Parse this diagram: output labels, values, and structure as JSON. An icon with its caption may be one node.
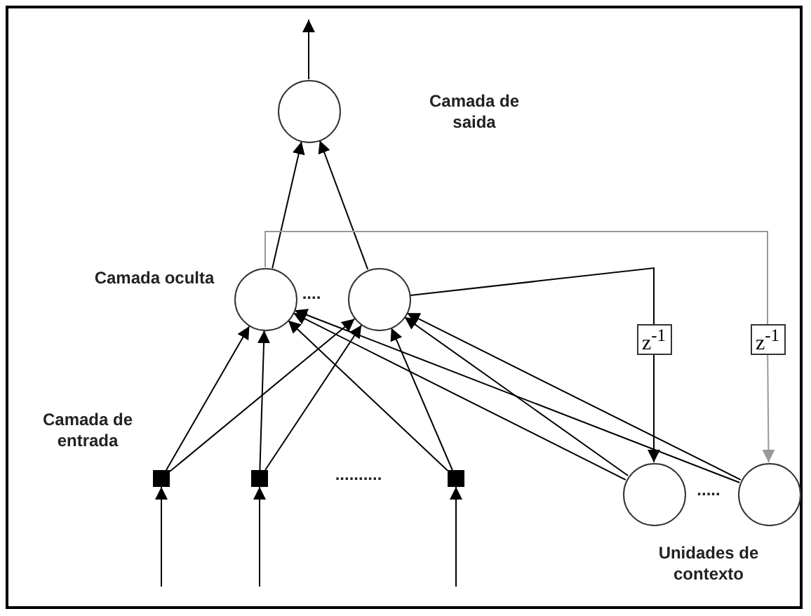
{
  "diagram": {
    "nodes": [
      {
        "text": [],
        "shape": "circle"
      },
      {
        "text": [],
        "shape": "circle"
      },
      {
        "text": [],
        "shape": "circle"
      },
      {
        "text": [],
        "shape": "box"
      },
      {
        "text": [],
        "shape": "box"
      },
      {
        "text": [],
        "shape": "box"
      },
      {
        "text": [
          "z$^{-1}$"
        ]
      },
      {
        "text": [
          "z$^{-1}$"
        ]
      },
      {
        "text": [],
        "shape": "circle"
      },
      {
        "text": [],
        "shape": "circle"
      }
    ],
    "edges": [
      {
        "from": 0,
        "to": null,
        "arrow": "to"
      },
      {
        "from": 1,
        "to": 0,
        "arrow": "to"
      },
      {
        "from": 2,
        "to": 0,
        "arrow": "to"
      },
      {
        "from": null,
        "to": 3,
        "arrow": "to"
      },
      {
        "from": null,
        "to": 4,
        "arrow": "to"
      },
      {
        "from": null,
        "to": 5,
        "arrow": "to"
      },
      {
        "from": 3,
        "to": 1,
        "arrow": "to"
      },
      {
        "from": 3,
        "to": 2,
        "arrow": "to"
      },
      {
        "from": 4,
        "to": 1,
        "arrow": "to"
      },
      {
        "from": 4,
        "to": 2,
        "arrow": "to"
      },
      {
        "from": 5,
        "to": 1,
        "arrow": "to"
      },
      {
        "from": 5,
        "to": 2,
        "arrow": "to"
      },
      {
        "from": 8,
        "to": 1,
        "arrow": "to"
      },
      {
        "from": 8,
        "to": 2,
        "arrow": "to"
      },
      {
        "from": 9,
        "to": 1,
        "arrow": "to"
      },
      {
        "from": 9,
        "to": 2,
        "arrow": "to"
      },
      {
        "from": 2,
        "to": 6,
        "arrow": "none"
      },
      {
        "from": 6,
        "to": 8,
        "arrow": "to"
      },
      {
        "from": 1,
        "to": 7,
        "arrow": "none",
        "color": "#999999"
      },
      {
        "from": 7,
        "to": 9,
        "arrow": "to",
        "color": "#999999"
      }
    ],
    "labels": [
      "Camada de saida",
      "Camada oculta",
      "....",
      "Camada de entrada",
      "..........",
      ".....",
      "Unidades de contexto"
    ]
  }
}
